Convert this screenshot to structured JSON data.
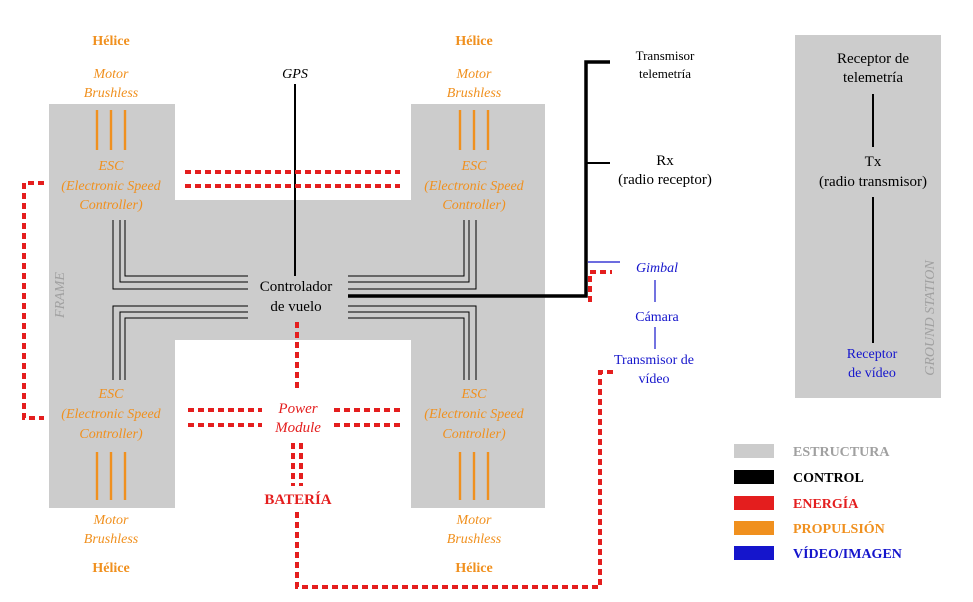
{
  "colors": {
    "structure": "#cccccc",
    "control": "#000000",
    "energy": "#e41e1e",
    "propulsion": "#f0901e",
    "video": "#1515cc",
    "ground_text": "#a0a0a0"
  },
  "propulsion": {
    "propeller": "Hélice",
    "motor_line1": "Motor",
    "motor_line2": "Brushless",
    "esc_line1": "ESC",
    "esc_line2": "(Electronic Speed",
    "esc_line3": "Controller)"
  },
  "frame_label": "FRAME",
  "gps": "GPS",
  "flight_controller": {
    "line1": "Controlador",
    "line2": "de vuelo"
  },
  "power_module": {
    "line1": "Power",
    "line2": "Module"
  },
  "battery": "BATERÍA",
  "telemetry_tx": {
    "line1": "Transmisor",
    "line2": "telemetría"
  },
  "rx": {
    "line1": "Rx",
    "line2": "(radio receptor)"
  },
  "gimbal": "Gimbal",
  "camera": "Cámara",
  "video_tx": {
    "line1": "Transmisor de",
    "line2": "vídeo"
  },
  "ground": {
    "telemetry_rx_line1": "Receptor de",
    "telemetry_rx_line2": "telemetría",
    "tx_line1": "Tx",
    "tx_line2": "(radio transmisor)",
    "video_rx_line1": "Receptor",
    "video_rx_line2": "de vídeo",
    "label": "GROUND STATION"
  },
  "legend": [
    {
      "label": "ESTRUCTURA",
      "color": "#cccccc",
      "text_color": "#a0a0a0"
    },
    {
      "label": "CONTROL",
      "color": "#000000",
      "text_color": "#000000"
    },
    {
      "label": "ENERGÍA",
      "color": "#e41e1e",
      "text_color": "#e41e1e"
    },
    {
      "label": "PROPULSIÓN",
      "color": "#f0901e",
      "text_color": "#f0901e"
    },
    {
      "label": "VÍDEO/IMAGEN",
      "color": "#1515cc",
      "text_color": "#1515cc"
    }
  ]
}
